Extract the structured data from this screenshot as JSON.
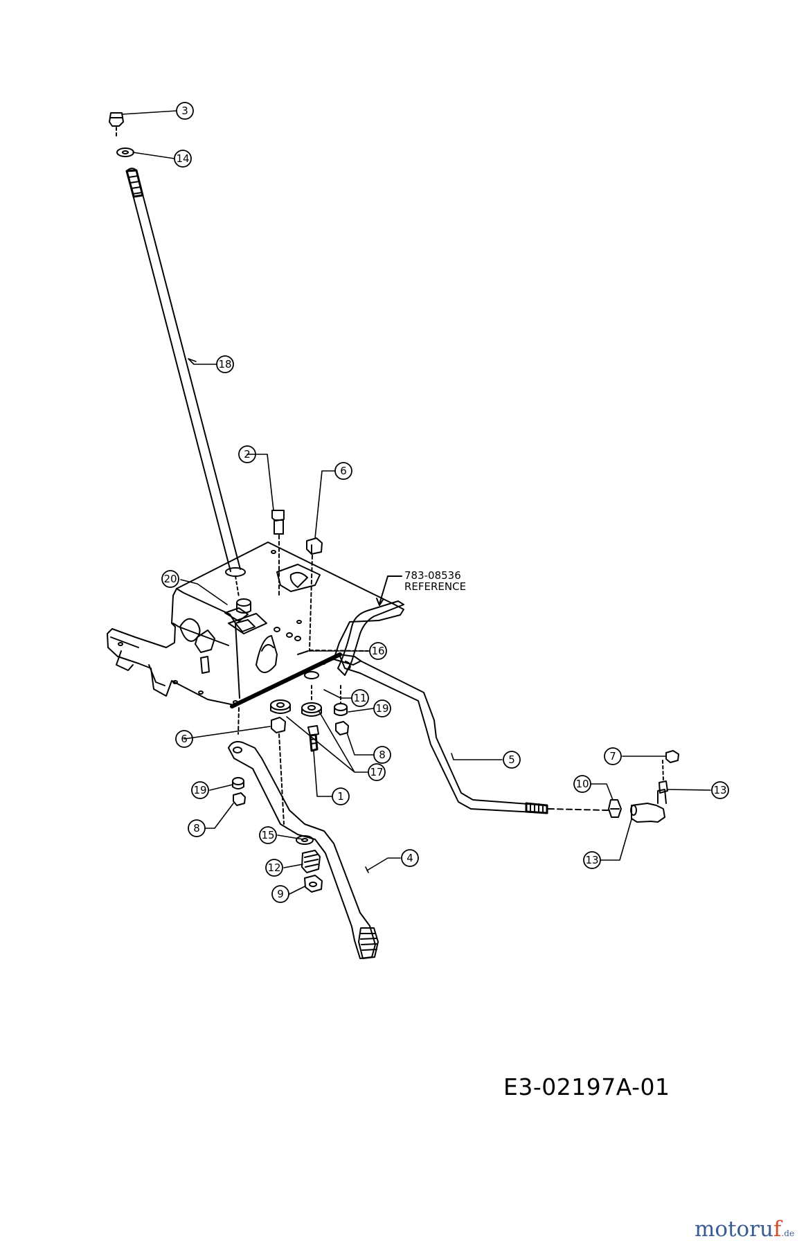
{
  "diagram": {
    "reference": {
      "part_number": "783-08536",
      "label": "REFERENCE"
    },
    "drawing_code": "E3-02197A-01",
    "brand": {
      "name": "motoru",
      "accent_letter": "f",
      "tld": ".de",
      "colors": {
        "main": "#3a5c92",
        "accent": "#d64b2a"
      }
    },
    "callouts": [
      {
        "id": "c3",
        "label": "3"
      },
      {
        "id": "c14",
        "label": "14"
      },
      {
        "id": "c18",
        "label": "18"
      },
      {
        "id": "c2",
        "label": "2"
      },
      {
        "id": "c6a",
        "label": "6"
      },
      {
        "id": "c20",
        "label": "20"
      },
      {
        "id": "c16",
        "label": "16"
      },
      {
        "id": "c11",
        "label": "11"
      },
      {
        "id": "c19a",
        "label": "19"
      },
      {
        "id": "c6b",
        "label": "6"
      },
      {
        "id": "c8a",
        "label": "8"
      },
      {
        "id": "c17",
        "label": "17"
      },
      {
        "id": "c1",
        "label": "1"
      },
      {
        "id": "c5",
        "label": "5"
      },
      {
        "id": "c7",
        "label": "7"
      },
      {
        "id": "c10",
        "label": "10"
      },
      {
        "id": "c13a",
        "label": "13"
      },
      {
        "id": "c13b",
        "label": "13"
      },
      {
        "id": "c19b",
        "label": "19"
      },
      {
        "id": "c8b",
        "label": "8"
      },
      {
        "id": "c15",
        "label": "15"
      },
      {
        "id": "c4",
        "label": "4"
      },
      {
        "id": "c12",
        "label": "12"
      },
      {
        "id": "c9",
        "label": "9"
      }
    ]
  }
}
